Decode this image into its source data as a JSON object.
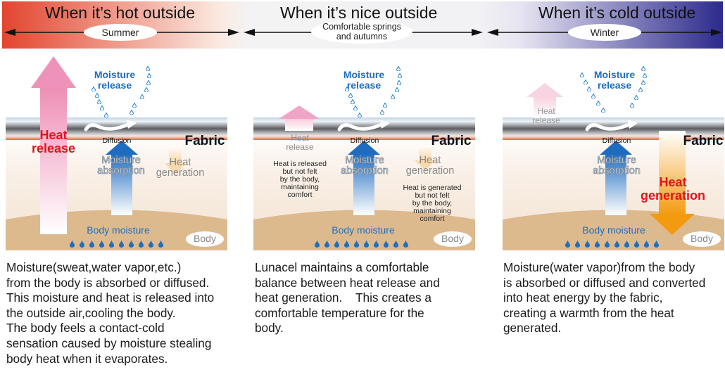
{
  "banner": {
    "hot_title": "When it’s hot outside",
    "nice_title": "When it’s nice outside",
    "cold_title": "When it’s cold outside",
    "hot_label": "Summer",
    "nice_label_1": "Comfortable springs",
    "nice_label_2": "and autumns",
    "cold_label": "Winter"
  },
  "panels": [
    {
      "moisture_release": [
        "Moisture",
        "release"
      ],
      "heat_release": [
        "Heat",
        "release"
      ],
      "diffusion": "Diffusion",
      "fabric": "Fabric",
      "moisture_absorption": [
        "Moisture",
        "absorption"
      ],
      "heat_generation": [
        "Heat",
        "generation"
      ],
      "body_moisture": "Body moisture",
      "body": "Body",
      "description": [
        "Moisture(sweat,water vapor,etc.)",
        "from the body is absorbed or diffused.",
        "This moisture and heat is released into",
        "the outside air,cooling the body.",
        "The body feels a contact-cold",
        "sensation caused by moisture stealing",
        "body heat when it evaporates."
      ]
    },
    {
      "moisture_release": [
        "Moisture",
        "release"
      ],
      "heat_release": [
        "Heat",
        "release"
      ],
      "heat_release_note": [
        "Heat is released",
        "but not felt",
        "by the body,",
        "maintaining",
        "comfort"
      ],
      "diffusion": "Diffusion",
      "fabric": "Fabric",
      "moisture_absorption": [
        "Moisture",
        "absorption"
      ],
      "heat_generation": [
        "Heat",
        "generation"
      ],
      "heat_generation_note": [
        "Heat is generated",
        "but not felt",
        "by the body,",
        "maintaining",
        "comfort"
      ],
      "body_moisture": "Body moisture",
      "body": "Body",
      "description": [
        "Lunacel maintains a comfortable",
        "balance between heat release and",
        "heat generation.    This creates a",
        "comfortable temperature for the",
        "body."
      ]
    },
    {
      "moisture_release": [
        "Moisture",
        "release"
      ],
      "heat_release": [
        "Heat",
        "release"
      ],
      "diffusion": "Diffusion",
      "fabric": "Fabric",
      "moisture_absorption": [
        "Moisture",
        "absorption"
      ],
      "heat_generation": [
        "Heat",
        "generation"
      ],
      "body_moisture": "Body moisture",
      "body": "Body",
      "description": [
        "Moisture(water vapor)from the body",
        "is absorbed or diffused and converted",
        "into heat energy by the fabric,",
        "creating a warmth from the heat",
        "generated."
      ]
    }
  ],
  "colors": {
    "hot": "#e2452f",
    "cold": "#2c2a8c",
    "moisture_blue": "#1d6fc0",
    "heat_red": "#e0141b",
    "body_tan": "#ddb98e",
    "heat_pink": "#f1a6c4",
    "heat_orange": "#f39a0e"
  }
}
